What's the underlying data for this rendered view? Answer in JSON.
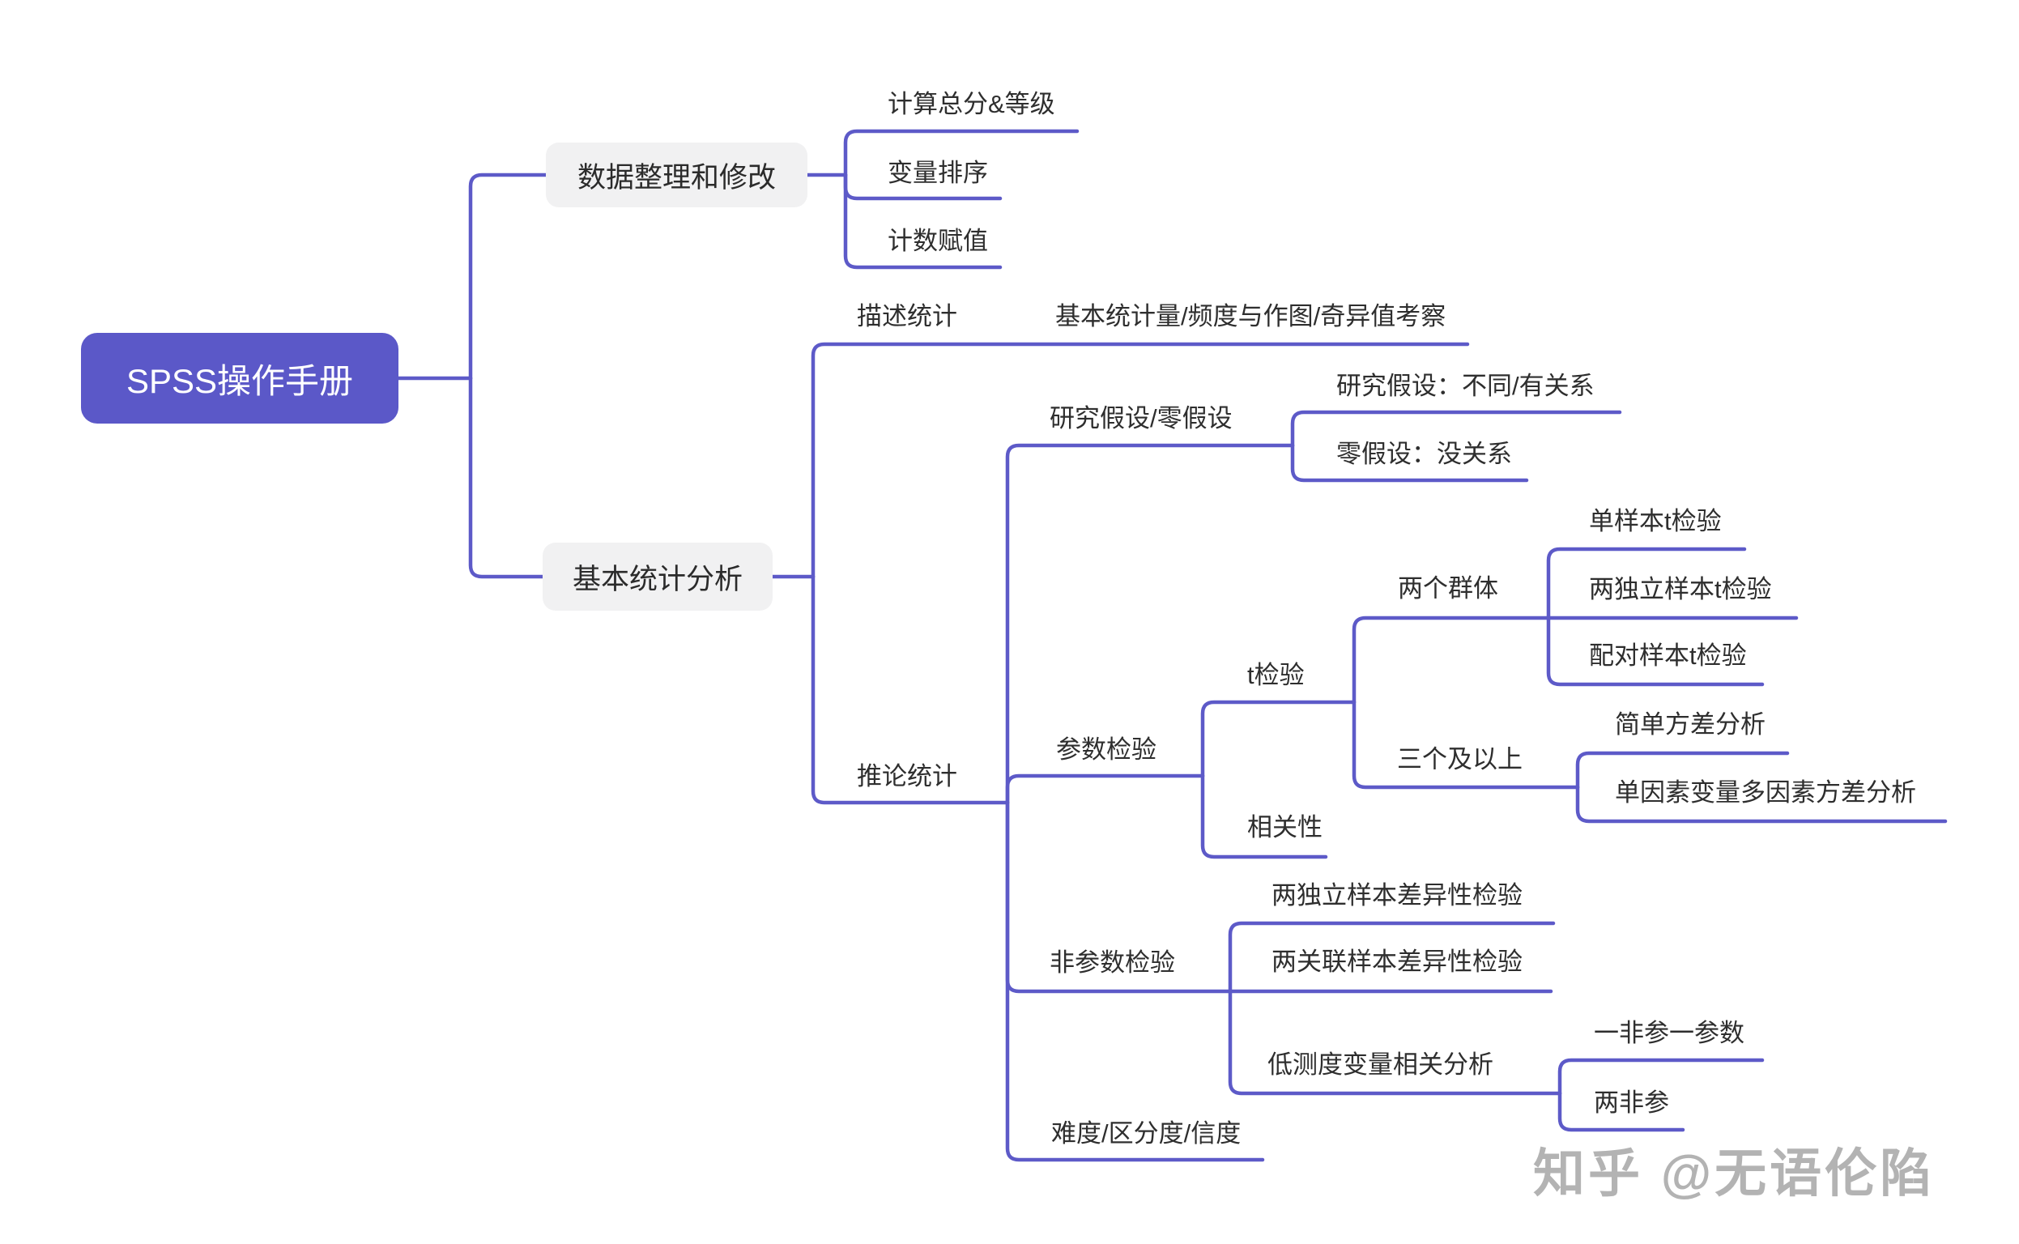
{
  "colors": {
    "line": "#5d5ac8",
    "root_fill": "#5b58c8",
    "root_text": "#ffffff",
    "branch_fill": "#f1f1f2",
    "text": "#2e2e2e",
    "watermark": "#b3b3b3"
  },
  "watermark": "知乎 @无语伦陷",
  "nodes": {
    "root": "SPSS操作手册",
    "organize": "数据整理和修改",
    "calc_total": "计算总分&等级",
    "sort_vars": "变量排序",
    "count_assign": "计数赋值",
    "basic_analysis": "基本统计分析",
    "descriptive": "描述统计",
    "desc_detail": "基本统计量/频度与作图/奇异值考察",
    "inferential": "推论统计",
    "hypothesis": "研究假设/零假设",
    "research_hyp": "研究假设：不同/有关系",
    "null_hyp": "零假设：没关系",
    "parametric": "参数检验",
    "t_test": "t检验",
    "two_groups": "两个群体",
    "one_sample_t": "单样本t检验",
    "two_indep_t": "两独立样本t检验",
    "paired_t": "配对样本t检验",
    "three_plus": "三个及以上",
    "simple_anova": "简单方差分析",
    "multi_anova": "单因素变量多因素方差分析",
    "correlation": "相关性",
    "nonparametric": "非参数检验",
    "two_indep_diff": "两独立样本差异性检验",
    "two_related_diff": "两关联样本差异性检验",
    "low_measure": "低测度变量相关分析",
    "one_np_one_p": "一非参一参数",
    "two_np": "两非参",
    "difficulty": "难度/区分度/信度"
  },
  "tree": {
    "root": "SPSS操作手册",
    "children": [
      {
        "label": "数据整理和修改",
        "children": [
          {
            "label": "计算总分&等级"
          },
          {
            "label": "变量排序"
          },
          {
            "label": "计数赋值"
          }
        ]
      },
      {
        "label": "基本统计分析",
        "children": [
          {
            "label": "描述统计",
            "children": [
              {
                "label": "基本统计量/频度与作图/奇异值考察"
              }
            ]
          },
          {
            "label": "推论统计",
            "children": [
              {
                "label": "研究假设/零假设",
                "children": [
                  {
                    "label": "研究假设：不同/有关系"
                  },
                  {
                    "label": "零假设：没关系"
                  }
                ]
              },
              {
                "label": "参数检验",
                "children": [
                  {
                    "label": "t检验",
                    "children": [
                      {
                        "label": "两个群体",
                        "children": [
                          {
                            "label": "单样本t检验"
                          },
                          {
                            "label": "两独立样本t检验"
                          },
                          {
                            "label": "配对样本t检验"
                          }
                        ]
                      },
                      {
                        "label": "三个及以上",
                        "children": [
                          {
                            "label": "简单方差分析"
                          },
                          {
                            "label": "单因素变量多因素方差分析"
                          }
                        ]
                      }
                    ]
                  },
                  {
                    "label": "相关性"
                  }
                ]
              },
              {
                "label": "非参数检验",
                "children": [
                  {
                    "label": "两独立样本差异性检验"
                  },
                  {
                    "label": "两关联样本差异性检验"
                  },
                  {
                    "label": "低测度变量相关分析",
                    "children": [
                      {
                        "label": "一非参一参数"
                      },
                      {
                        "label": "两非参"
                      }
                    ]
                  }
                ]
              },
              {
                "label": "难度/区分度/信度"
              }
            ]
          }
        ]
      }
    ]
  }
}
